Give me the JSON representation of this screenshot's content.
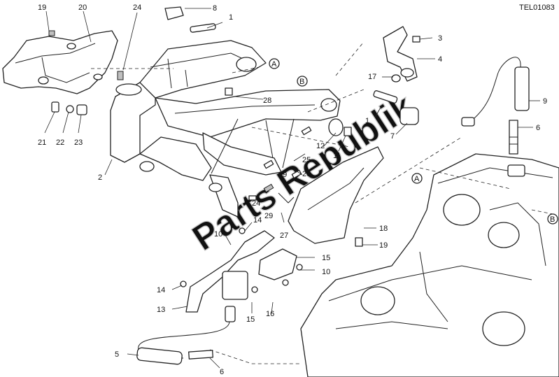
{
  "diagram": {
    "reference_code": "TEL01083",
    "watermark": "Parts Republik",
    "callouts": [
      "1",
      "2",
      "3",
      "4",
      "5",
      "6",
      "7",
      "8",
      "9",
      "10",
      "11",
      "12",
      "13",
      "14",
      "15",
      "16",
      "17",
      "18",
      "19",
      "20",
      "21",
      "22",
      "23",
      "24",
      "25",
      "26",
      "27",
      "28",
      "29"
    ],
    "section_markers": [
      "A",
      "B"
    ]
  }
}
